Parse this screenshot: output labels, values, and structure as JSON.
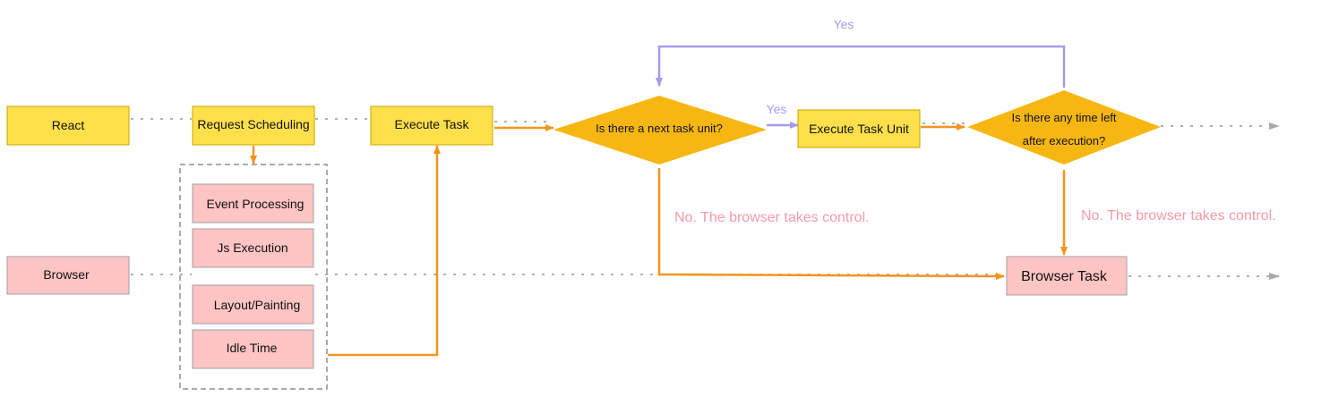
{
  "colors": {
    "yellow_box": "#FFE04B",
    "yellow_box_border": "#C9A400",
    "pink_box": "#FFC4C4",
    "pink_box_border": "#A0A0A0",
    "diamond": "#F7B712",
    "orange_arrow": "#F5941E",
    "purple_arrow": "#A89AEE",
    "no_text": "#F59AAB",
    "dotted_line": "#B0B0B0",
    "group_border": "#8F8F8F"
  },
  "nodes": {
    "react": "React",
    "request_scheduling": "Request Scheduling",
    "execute_task": "Execute Task",
    "next_task_q": "Is there a next task unit?",
    "execute_task_unit": "Execute Task Unit",
    "time_left_q_line1": "Is there any time left",
    "time_left_q_line2": "after execution?",
    "browser": "Browser",
    "event_processing": "Event Processing",
    "js_execution": "Js Execution",
    "layout_painting": "Layout/Painting",
    "idle_time": "Idle Time",
    "browser_task": "Browser Task"
  },
  "labels": {
    "yes_top": "Yes",
    "yes_mid": "Yes",
    "no_left": "No. The browser takes control.",
    "no_right": "No. The browser takes control."
  },
  "icons": {
    "arrowhead": "triangle-arrowhead"
  }
}
